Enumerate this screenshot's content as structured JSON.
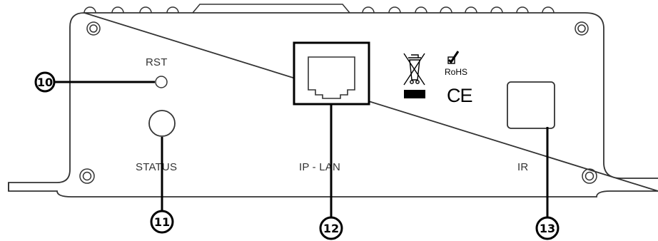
{
  "labels": {
    "rst": "RST",
    "status": "STATUS",
    "ip_lan": "IP - LAN",
    "ir": "IR",
    "rohs": "RoHS",
    "ce": "CE"
  },
  "callouts": [
    {
      "id": "callout-10",
      "num": "10"
    },
    {
      "id": "callout-11",
      "num": "11"
    },
    {
      "id": "callout-12",
      "num": "12"
    },
    {
      "id": "callout-13",
      "num": "13"
    }
  ],
  "icons": {
    "rst_hole": "reset-pinhole-icon",
    "status_led": "status-led-icon",
    "rj45": "rj45-port-icon",
    "ir_window": "ir-sensor-window-icon",
    "weee": "weee-crossed-bin-icon",
    "rohs": "rohs-checkmark-icon",
    "ce": "ce-mark-icon",
    "screw": "screw-icon"
  },
  "colors": {
    "line": "#000000",
    "outline": "#333333",
    "background": "#ffffff"
  }
}
